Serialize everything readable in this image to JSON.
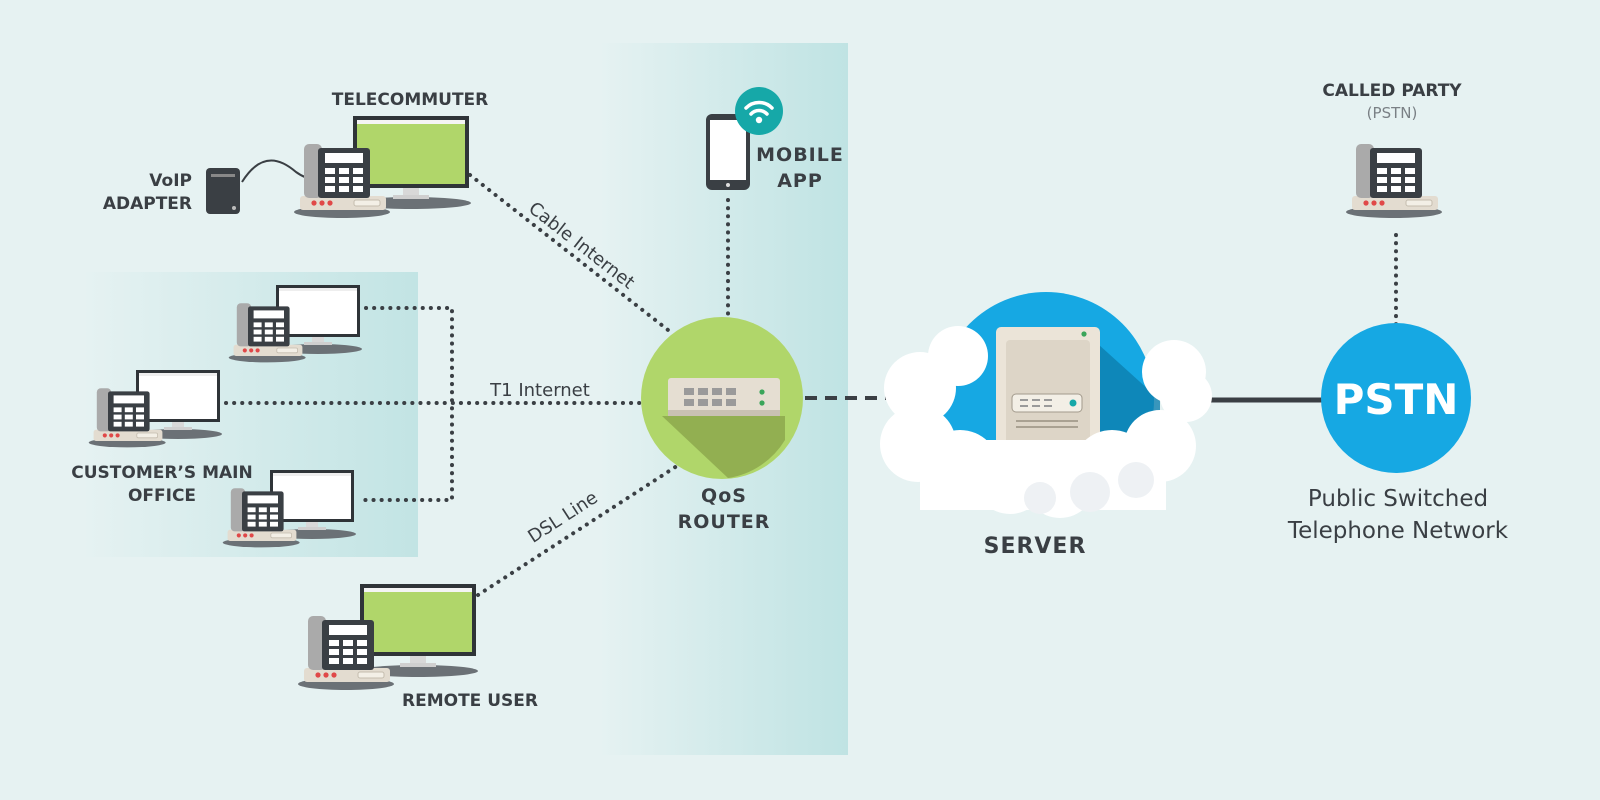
{
  "labels": {
    "telecommuter": "TELECOMMUTER",
    "voip_line1": "VoIP",
    "voip_line2": "ADAPTER",
    "mobile_line1": "MOBILE",
    "mobile_line2": "APP",
    "office_line1": "CUSTOMER’S MAIN",
    "office_line2": "OFFICE",
    "remote_user": "REMOTE USER",
    "router_line1": "QoS",
    "router_line2": "ROUTER",
    "server": "SERVER",
    "called_party": "CALLED PARTY",
    "called_party_sub": "(PSTN)",
    "pstn": "PSTN",
    "pstn_desc_line1": "Public Switched",
    "pstn_desc_line2": "Telephone Network"
  },
  "links": {
    "cable": "Cable Internet",
    "t1": "T1 Internet",
    "dsl": "DSL Line"
  },
  "colors": {
    "background": "#e6f2f2",
    "router_circle": "#b0d66a",
    "cloud_blue": "#16a8e3",
    "pstn_circle": "#16a8e3",
    "screen_green": "#b0d66a",
    "text": "#3a3f44"
  },
  "icons": [
    "desk-phone-icon",
    "monitor-icon",
    "voip-adapter-icon",
    "mobile-phone-icon",
    "wifi-icon",
    "router-icon",
    "server-icon",
    "cloud-icon"
  ]
}
